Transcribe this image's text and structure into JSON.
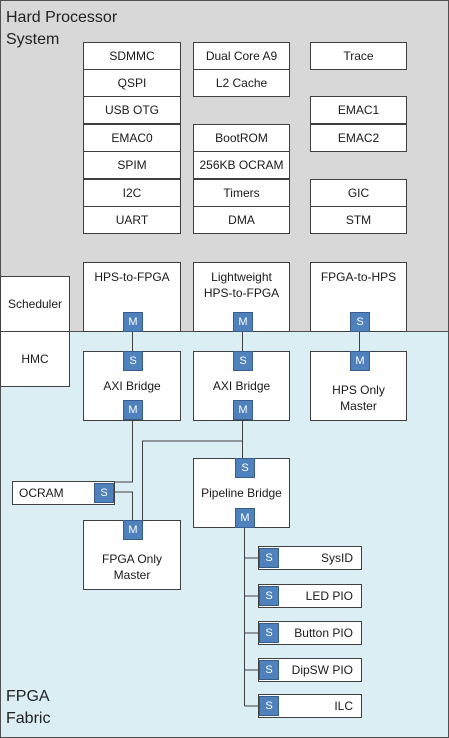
{
  "regions": {
    "hps": "Hard Processor\nSystem",
    "fpga": "FPGA\nFabric"
  },
  "hps_blocks": {
    "col1": [
      "SDMMC",
      "QSPI",
      "USB OTG",
      "EMAC0",
      "SPIM",
      "I2C",
      "UART"
    ],
    "col2": [
      "Dual Core A9",
      "L2 Cache",
      "BootROM",
      "256KB OCRAM",
      "Timers",
      "DMA"
    ],
    "col3": [
      "Trace",
      "EMAC1",
      "EMAC2",
      "GIC",
      "STM"
    ]
  },
  "side_blocks": {
    "scheduler": "Scheduler",
    "hmc": "HMC"
  },
  "bridges": {
    "h2f": "HPS-to-FPGA",
    "lw": "Lightweight\nHPS-to-FPGA",
    "f2h": "FPGA-to-HPS"
  },
  "fabric": {
    "axi_left": "AXI Bridge",
    "axi_mid": "AXI Bridge",
    "hps_only": "HPS Only\nMaster",
    "ocram": "OCRAM",
    "pipeline": "Pipeline Bridge",
    "fpga_only": "FPGA Only\nMaster"
  },
  "peripherals": [
    "SysID",
    "LED PIO",
    "Button PIO",
    "DipSW PIO",
    "ILC"
  ],
  "ports": {
    "master": "M",
    "slave": "S"
  },
  "colors": {
    "hps_bg": "#d8d8d8",
    "fpga_bg": "#daeef3",
    "port": "#4f81bd"
  }
}
